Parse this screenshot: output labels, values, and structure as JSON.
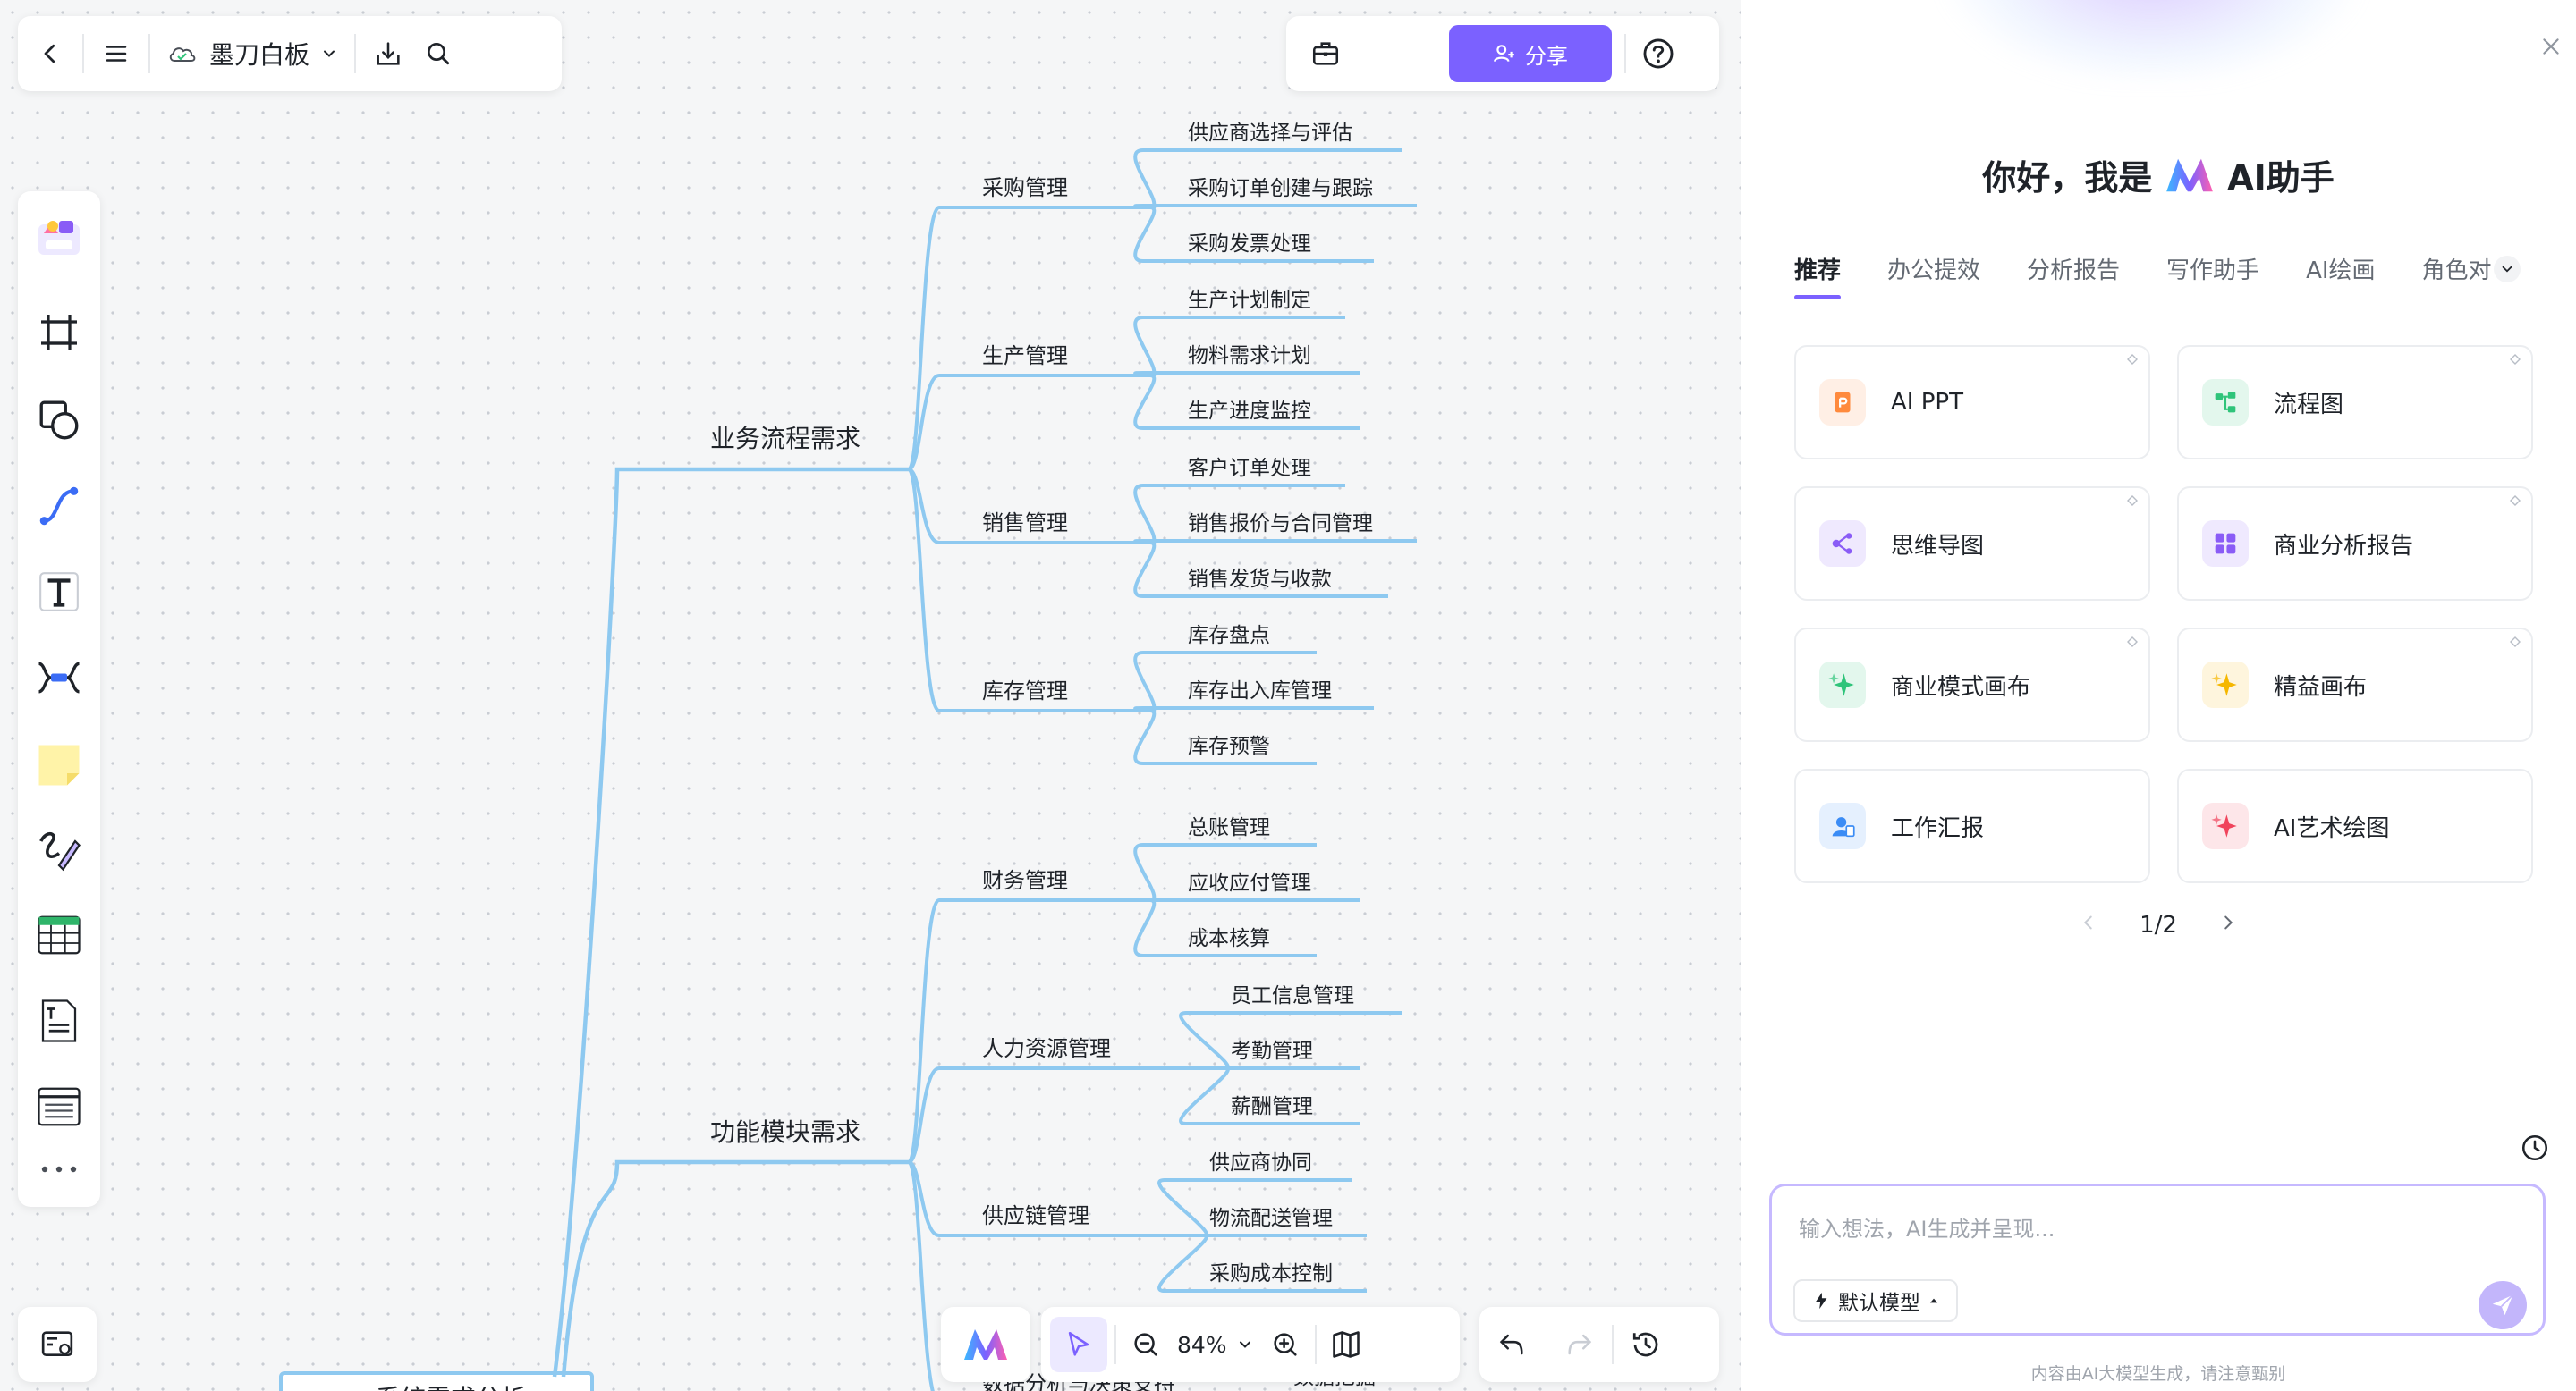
{
  "topbar": {
    "doc_title": "墨刀白板",
    "share_label": "分享"
  },
  "mindmap": {
    "root_partial": "系统需求分析",
    "branches": [
      {
        "label": "业务流程需求",
        "children": [
          {
            "label": "采购管理",
            "leaves": [
              "供应商选择与评估",
              "采购订单创建与跟踪",
              "采购发票处理"
            ]
          },
          {
            "label": "生产管理",
            "leaves": [
              "生产计划制定",
              "物料需求计划",
              "生产进度监控"
            ]
          },
          {
            "label": "销售管理",
            "leaves": [
              "客户订单处理",
              "销售报价与合同管理",
              "销售发货与收款"
            ]
          },
          {
            "label": "库存管理",
            "leaves": [
              "库存盘点",
              "库存出入库管理",
              "库存预警"
            ]
          }
        ]
      },
      {
        "label": "功能模块需求",
        "children": [
          {
            "label": "财务管理",
            "leaves": [
              "总账管理",
              "应收应付管理",
              "成本核算"
            ]
          },
          {
            "label": "人力资源管理",
            "leaves": [
              "员工信息管理",
              "考勤管理",
              "薪酬管理"
            ]
          },
          {
            "label": "供应链管理",
            "leaves": [
              "供应商协同",
              "物流配送管理",
              "采购成本控制"
            ]
          },
          {
            "label": "数据分析与决策支持",
            "leaves": [
              "数据挖掘"
            ]
          }
        ]
      }
    ]
  },
  "bottombar": {
    "zoom_label": "84%"
  },
  "ai_panel": {
    "greeting_prefix": "你好，我是",
    "assistant_name": "AI助手",
    "tabs": [
      "推荐",
      "办公提效",
      "分析报告",
      "写作助手",
      "AI绘画",
      "角色对"
    ],
    "cards": [
      {
        "label": "AI PPT",
        "icon": "ppt-icon",
        "color": "#ff8a3d"
      },
      {
        "label": "流程图",
        "icon": "flowchart-icon",
        "color": "#2fc47a"
      },
      {
        "label": "思维导图",
        "icon": "mindmap-icon",
        "color": "#8a5cf6"
      },
      {
        "label": "商业分析报告",
        "icon": "report-grid-icon",
        "color": "#8a5cf6"
      },
      {
        "label": "商业模式画布",
        "icon": "sparkle-icon",
        "color": "#2fc47a"
      },
      {
        "label": "精益画布",
        "icon": "sparkle-icon",
        "color": "#f5b700"
      },
      {
        "label": "工作汇报",
        "icon": "work-report-icon",
        "color": "#3b8cf5"
      },
      {
        "label": "AI艺术绘图",
        "icon": "sparkle-icon",
        "color": "#f0445c"
      }
    ],
    "pager": "1/2",
    "input_placeholder": "输入想法，AI生成并呈现...",
    "model_label": "默认模型",
    "disclaimer": "内容由AI大模型生成，请注意甄别"
  },
  "colors": {
    "accent": "#7b61ff",
    "mindmap_line": "#8ec9f0"
  }
}
